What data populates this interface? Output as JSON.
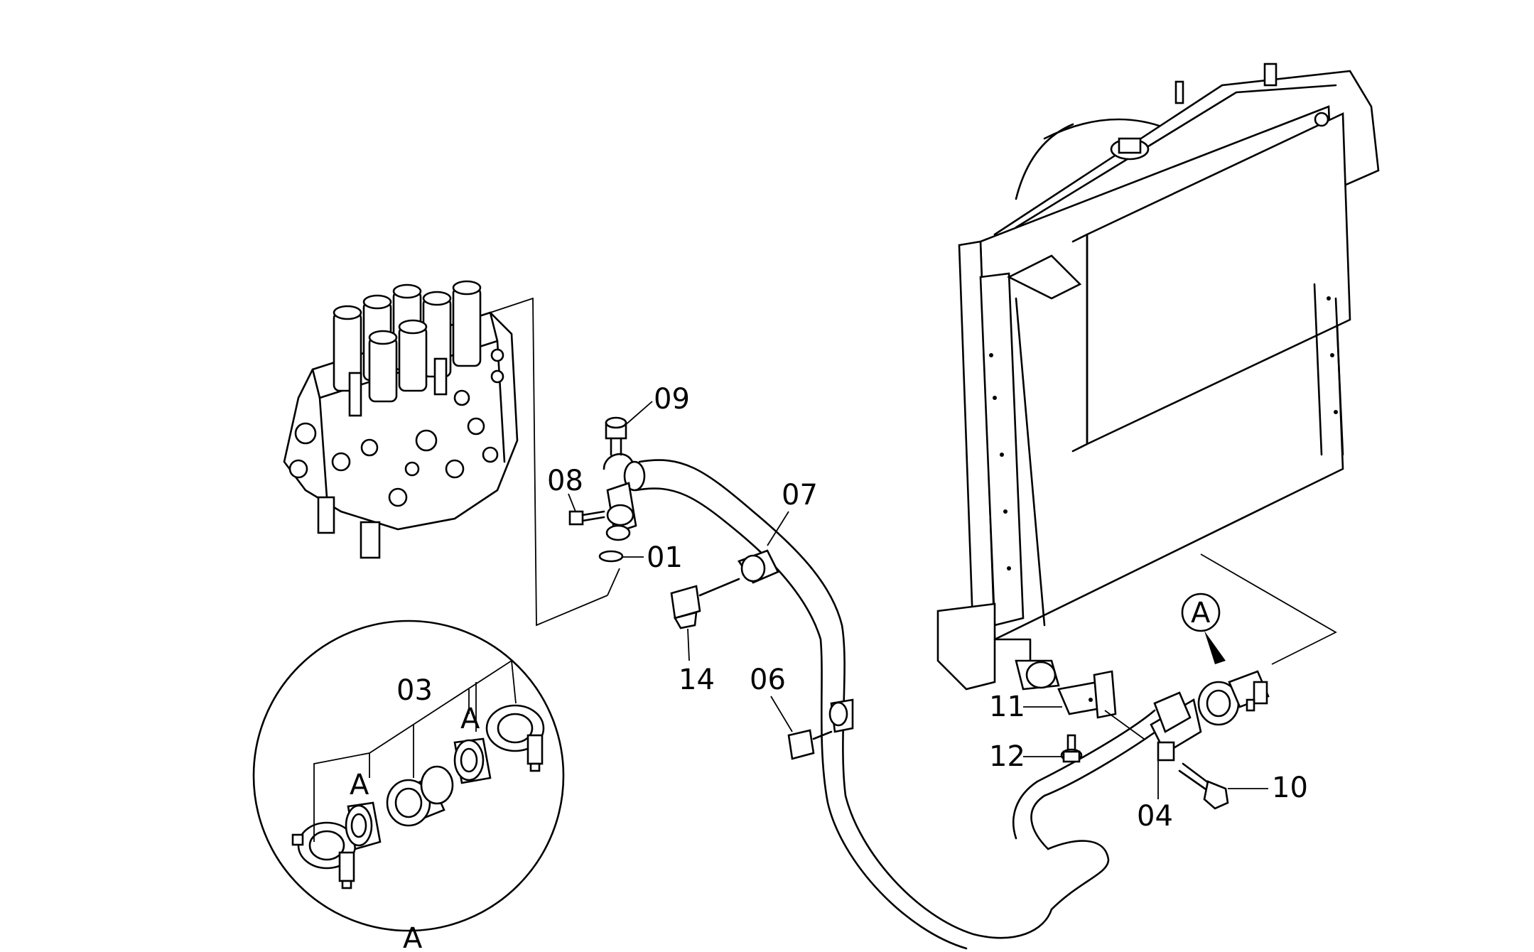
{
  "callouts": {
    "p01": "01",
    "p03": "03",
    "p04": "04",
    "p06": "06",
    "p07": "07",
    "p08": "08",
    "p09": "09",
    "p10": "10",
    "p11": "11",
    "p12": "12",
    "p14": "14"
  },
  "detail": {
    "marker": "A",
    "marker_main": "A",
    "marker_inner_1": "A",
    "marker_inner_2": "A"
  }
}
